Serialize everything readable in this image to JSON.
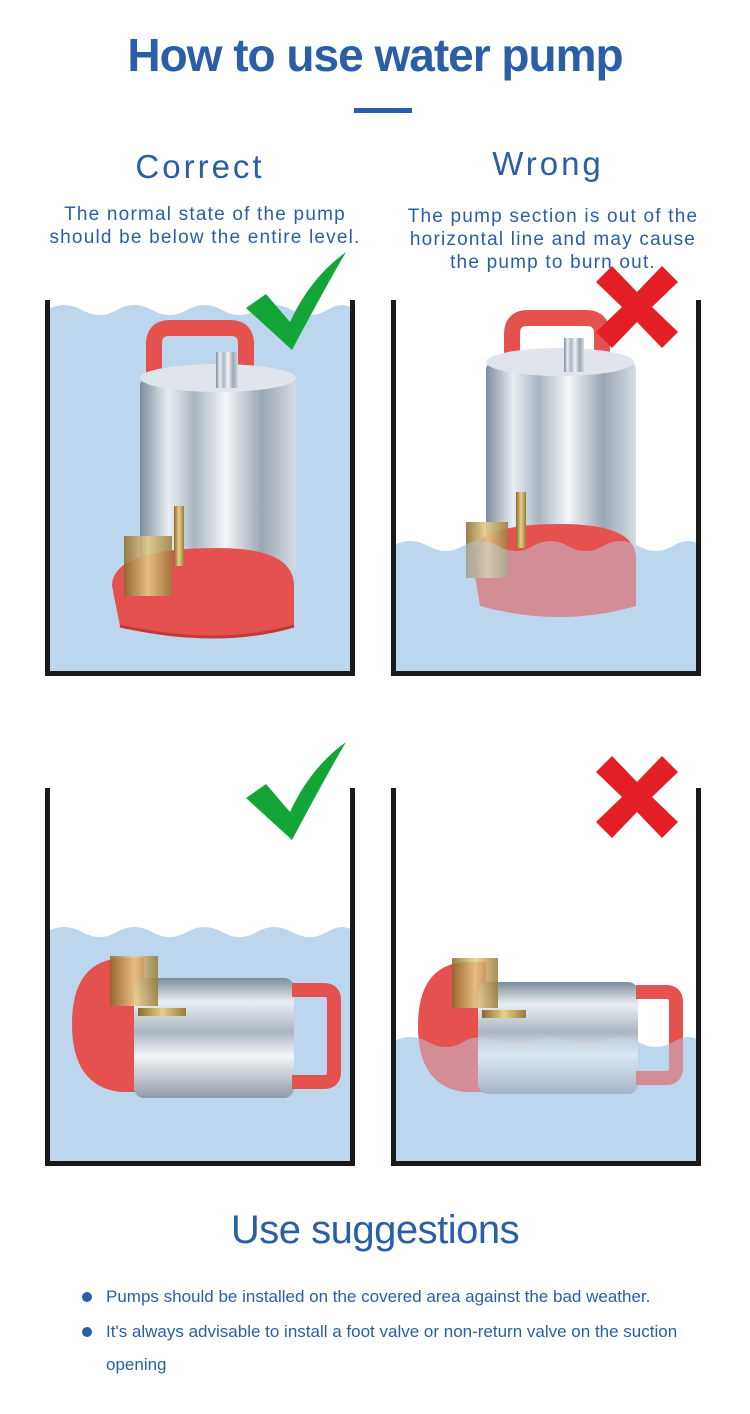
{
  "title": "How to use water pump",
  "correct": {
    "heading": "Correct",
    "description_lines": [
      "The normal state of the pump",
      "should be below the entire level."
    ]
  },
  "wrong": {
    "heading": "Wrong",
    "description_lines": [
      "The pump section is out of the",
      "horizontal line and may cause",
      "the pump to burn out."
    ]
  },
  "suggestions": {
    "title": "Use suggestions",
    "items": [
      "Pumps should be installed on the covered area against the bad weather.",
      "It's always advisable to install a foot valve or non-return valve on the suction opening"
    ]
  },
  "colors": {
    "brand_blue": "#2a5ea6",
    "water": "#bcd6ee",
    "check_green": "#13a538",
    "cross_red": "#e31e24",
    "pump_red": "#e4514f"
  },
  "icons": [
    "check-icon",
    "cross-icon",
    "pump-illustration"
  ]
}
